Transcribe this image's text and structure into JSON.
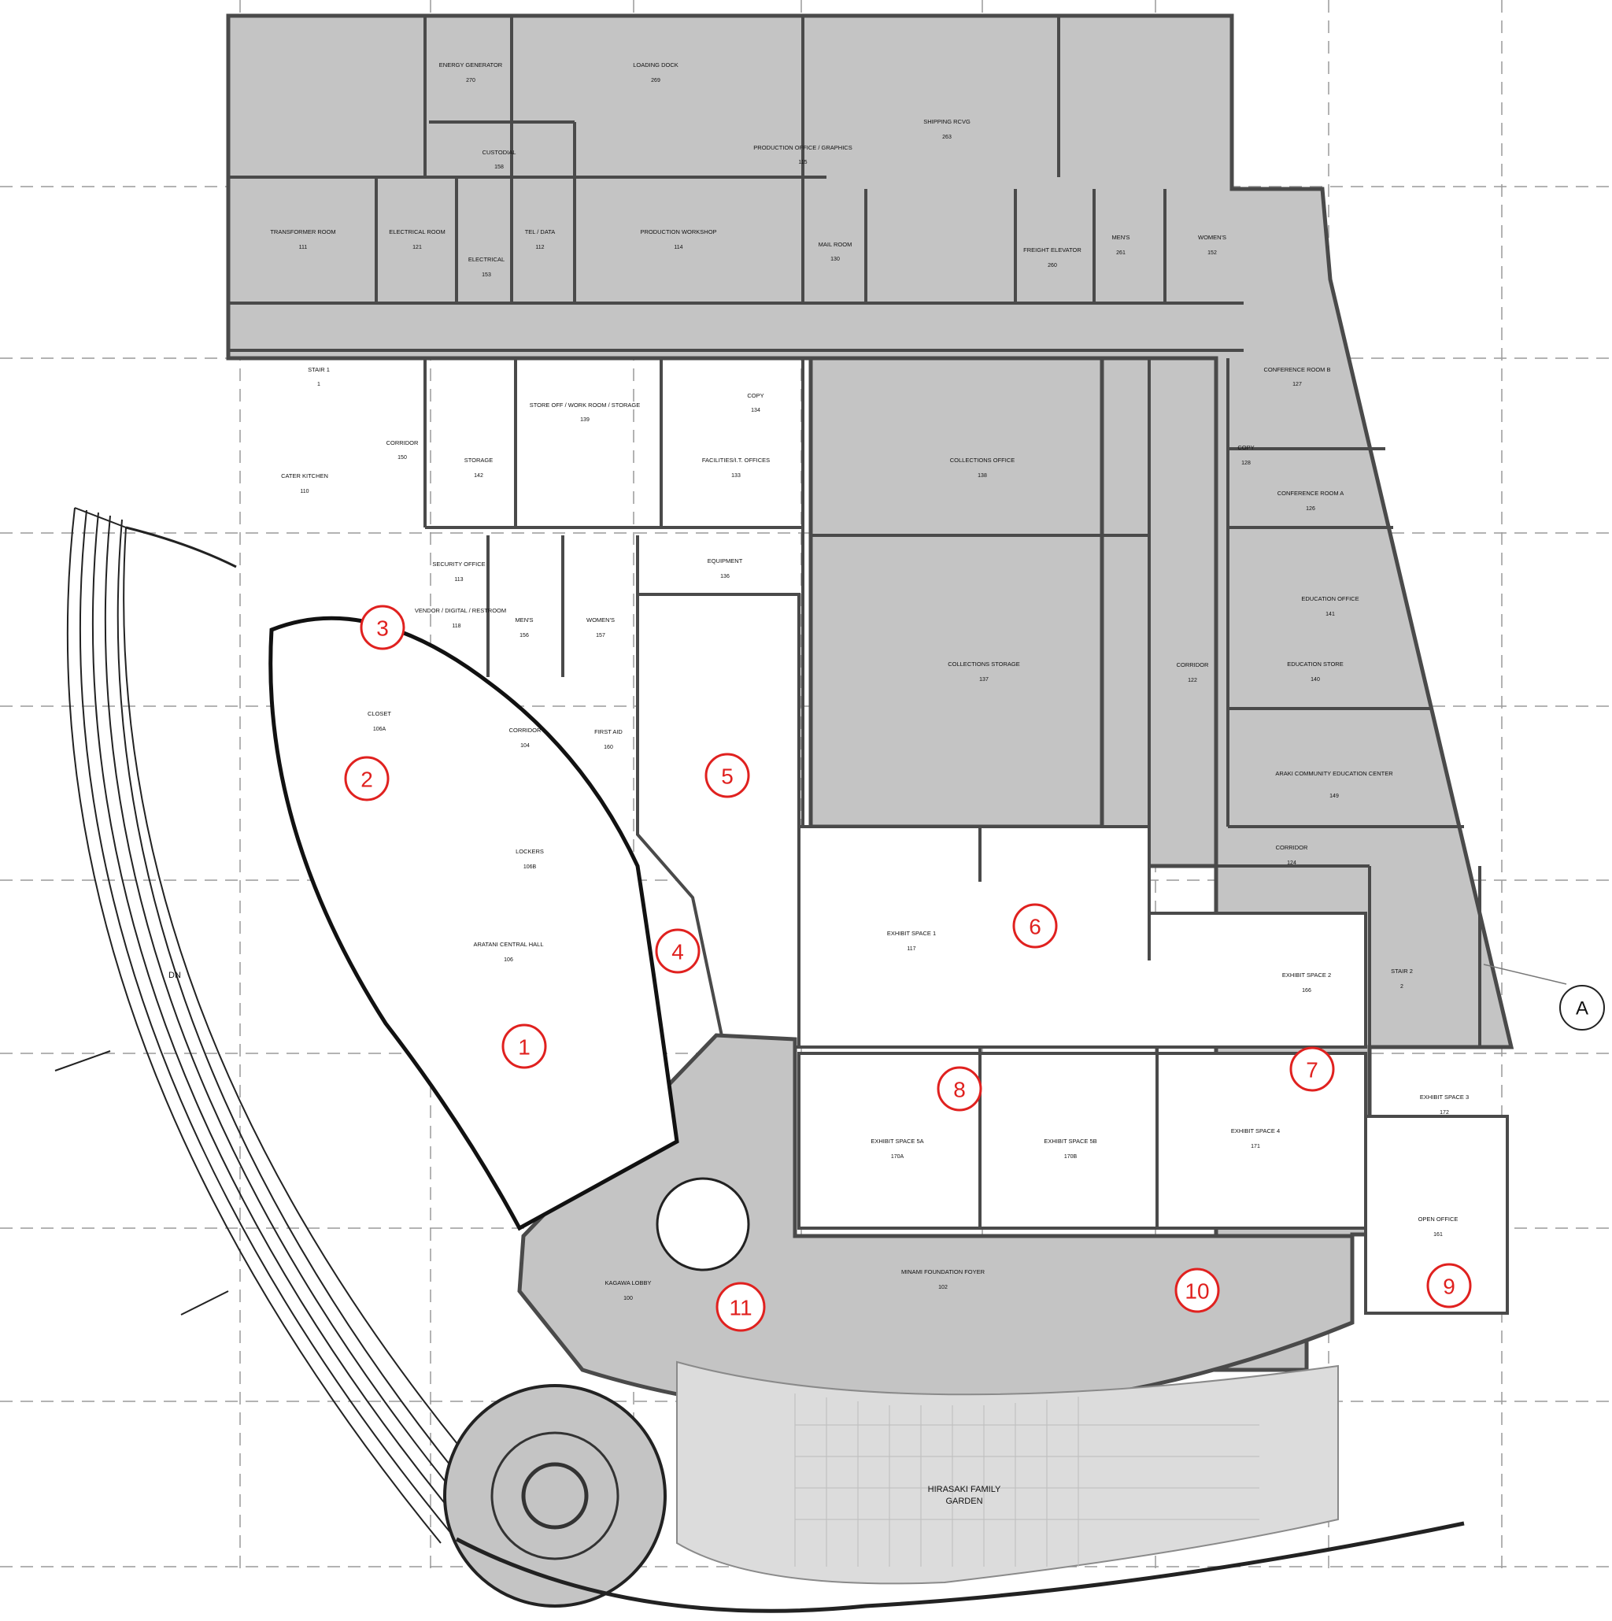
{
  "drawing": {
    "title": "",
    "section_marker": "A",
    "garden_label_line1": "HIRASAKI FAMILY",
    "garden_label_line2": "GARDEN",
    "stair_label": "DN"
  },
  "colors": {
    "fill": "#c4c4c4",
    "wall": "#4a4a4a",
    "grid": "#9a9a9a",
    "marker": "#e0211f",
    "open": "#ffffff"
  },
  "rooms": [
    {
      "name": "ENERGY GENERATOR",
      "number": "270"
    },
    {
      "name": "LOADING DOCK",
      "number": "269"
    },
    {
      "name": "SHIPPING RCVG",
      "number": "263"
    },
    {
      "name": "CUSTODIAL",
      "number": "158"
    },
    {
      "name": "PRODUCTION OFFICE / GRAPHICS",
      "number": "115"
    },
    {
      "name": "TRANSFORMER ROOM",
      "number": "111"
    },
    {
      "name": "ELECTRICAL ROOM",
      "number": "121"
    },
    {
      "name": "TEL / DATA",
      "number": "112"
    },
    {
      "name": "ELECTRICAL",
      "number": "153"
    },
    {
      "name": "PRODUCTION WORKSHOP",
      "number": "114"
    },
    {
      "name": "MAIL ROOM",
      "number": "130"
    },
    {
      "name": "FREIGHT ELEVATOR",
      "number": "260"
    },
    {
      "name": "MEN'S",
      "number": "261"
    },
    {
      "name": "WOMEN'S",
      "number": "152"
    },
    {
      "name": "STAIR 1",
      "number": "1"
    },
    {
      "name": "CATER KITCHEN",
      "number": "110"
    },
    {
      "name": "CORRIDOR",
      "number": "150"
    },
    {
      "name": "STORAGE",
      "number": "142"
    },
    {
      "name": "STORE OFF / WORK ROOM / STORAGE",
      "number": "139"
    },
    {
      "name": "COPY",
      "number": "134"
    },
    {
      "name": "FACILITIES/I.T. OFFICES",
      "number": "133"
    },
    {
      "name": "COLLECTIONS OFFICE",
      "number": "138"
    },
    {
      "name": "CONFERENCE ROOM B",
      "number": "127"
    },
    {
      "name": "COPY",
      "number": "128"
    },
    {
      "name": "CONFERENCE ROOM A",
      "number": "126"
    },
    {
      "name": "SECURITY OFFICE",
      "number": "113"
    },
    {
      "name": "EQUIPMENT",
      "number": "136"
    },
    {
      "name": "VENDOR / DIGITAL / RESTROOM",
      "number": "118"
    },
    {
      "name": "MEN'S",
      "number": "156"
    },
    {
      "name": "WOMEN'S",
      "number": "157"
    },
    {
      "name": "COLLECTIONS STORAGE",
      "number": "137"
    },
    {
      "name": "CORRIDOR",
      "number": "122"
    },
    {
      "name": "EDUCATION OFFICE",
      "number": "141"
    },
    {
      "name": "EDUCATION STORE",
      "number": "140"
    },
    {
      "name": "CLOSET",
      "number": "106A"
    },
    {
      "name": "CORRIDOR",
      "number": "104"
    },
    {
      "name": "FIRST AID",
      "number": "160"
    },
    {
      "name": "ARAKI COMMUNITY EDUCATION CENTER",
      "number": "149"
    },
    {
      "name": "LOCKERS",
      "number": "106B"
    },
    {
      "name": "CORRIDOR",
      "number": "124"
    },
    {
      "name": "ARATANI CENTRAL HALL",
      "number": "106"
    },
    {
      "name": "EXHIBIT SPACE 1",
      "number": "117"
    },
    {
      "name": "EXHIBIT SPACE 2",
      "number": "166"
    },
    {
      "name": "STAIR 2",
      "number": "2"
    },
    {
      "name": "EXHIBIT SPACE 3",
      "number": "172"
    },
    {
      "name": "EXHIBIT SPACE 5A",
      "number": "170A"
    },
    {
      "name": "EXHIBIT SPACE 5B",
      "number": "170B"
    },
    {
      "name": "EXHIBIT SPACE 4",
      "number": "171"
    },
    {
      "name": "OPEN OFFICE",
      "number": "161"
    },
    {
      "name": "KAGAWA LOBBY",
      "number": "100"
    },
    {
      "name": "MINAMI FOUNDATION FOYER",
      "number": "102"
    }
  ],
  "zones": [
    "1",
    "2",
    "3",
    "4",
    "5",
    "6",
    "7",
    "8",
    "9",
    "10",
    "11"
  ]
}
